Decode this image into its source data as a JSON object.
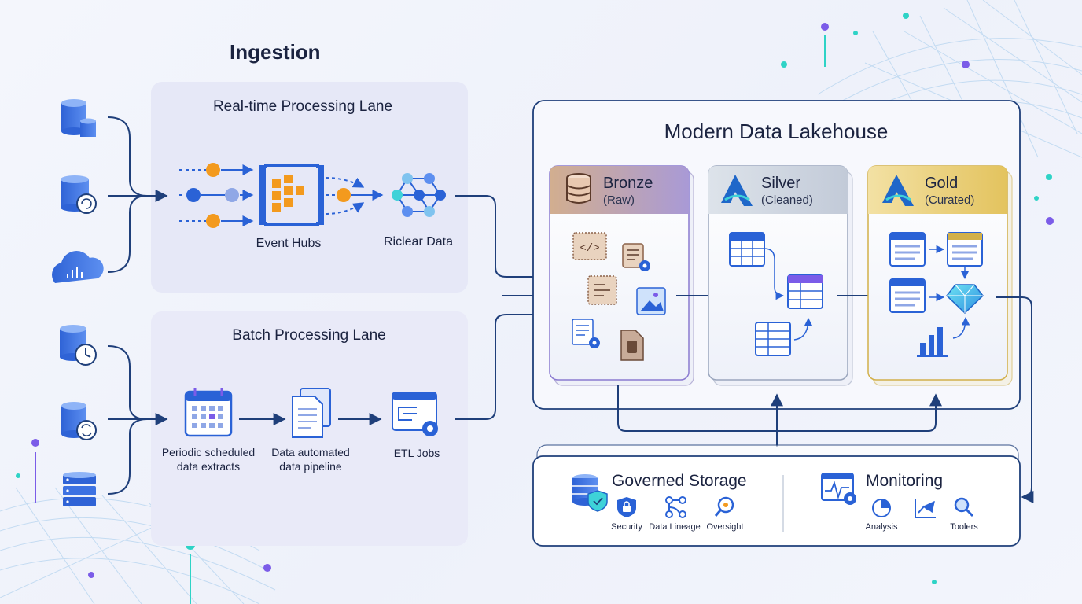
{
  "diagram": {
    "ingestion_title": "Ingestion",
    "realtime_lane": {
      "title": "Real-time Processing Lane",
      "event_hubs_label": "Event Hubs",
      "riclear_label": "Riclear Data"
    },
    "batch_lane": {
      "title": "Batch Processing Lane",
      "steps": [
        "Periodic scheduled\ndata extracts",
        "Data automated\ndata pipeline",
        "ETL Jobs"
      ]
    },
    "lakehouse": {
      "title": "Modern Data Lakehouse",
      "tiers": [
        {
          "name": "Bronze",
          "sub": "(Raw)"
        },
        {
          "name": "Silver",
          "sub": "(Cleaned)"
        },
        {
          "name": "Gold",
          "sub": "(Curated)"
        }
      ]
    },
    "governed_storage": {
      "title": "Governed Storage",
      "items": [
        "Security",
        "Data Lineage",
        "Oversight"
      ]
    },
    "monitoring": {
      "title": "Monitoring",
      "items": [
        "Analysis",
        "Toolers"
      ]
    }
  },
  "colors": {
    "navy": "#1f3f7a",
    "lane_bg": "#e6e8f7",
    "bronze_head": "#c9a98f",
    "silver_head": "#c7cfdc",
    "gold_head": "#e9cf7a",
    "accent_teal": "#2ed3c6",
    "accent_purple": "#7b5ce8",
    "orange": "#f39a1e"
  }
}
